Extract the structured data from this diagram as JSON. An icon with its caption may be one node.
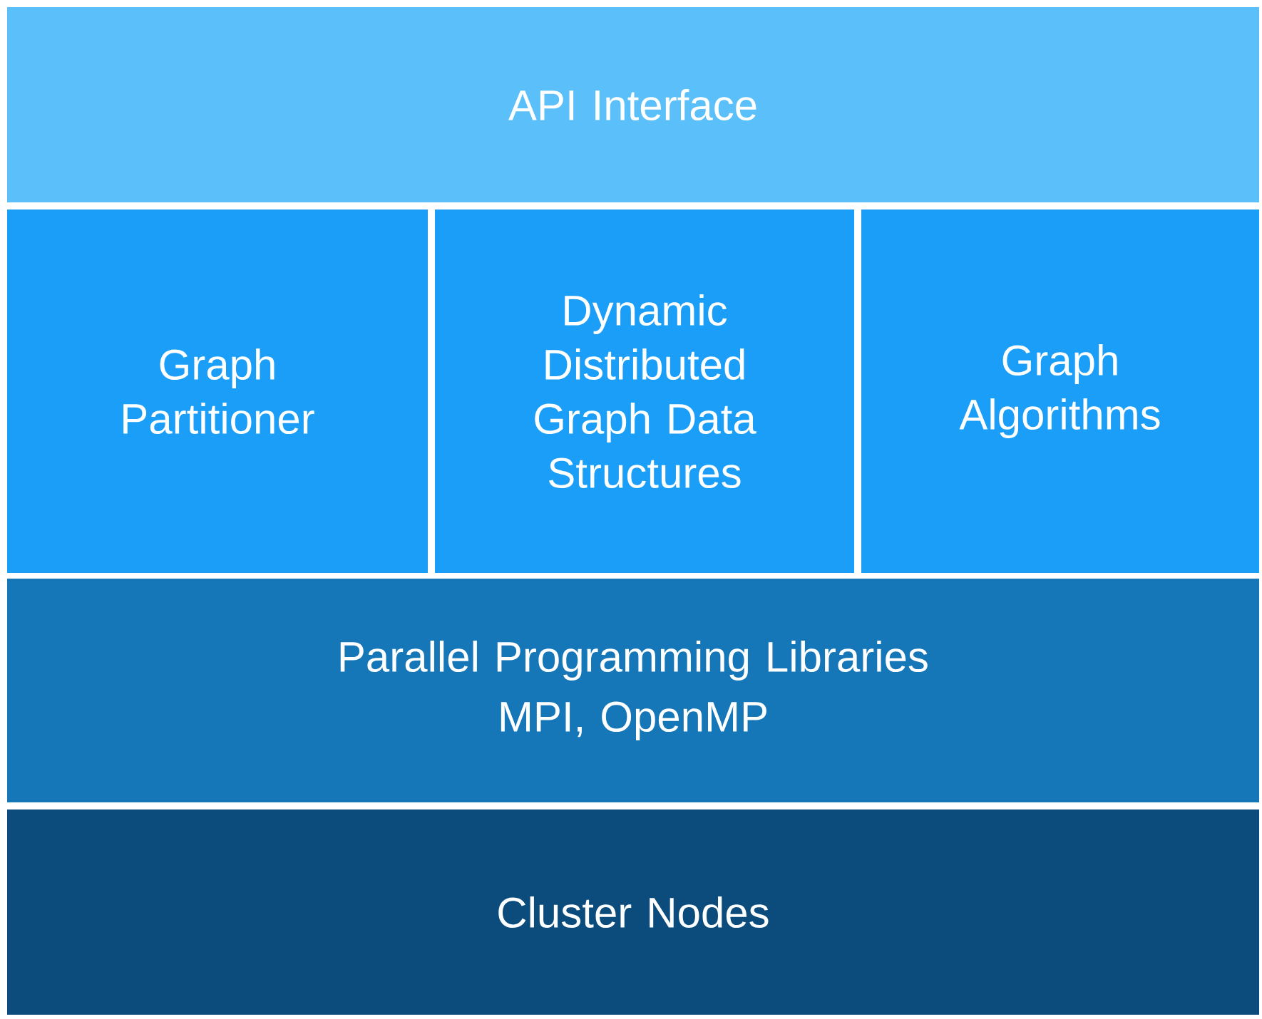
{
  "diagram": {
    "nodes": [
      {
        "text": [
          "API Interface"
        ]
      },
      {
        "text": [
          "Graph Partitioner"
        ]
      },
      {
        "text": [
          "Dynamic Distributed Graph Data Structures"
        ]
      },
      {
        "text": [
          "Graph Algorithms"
        ]
      },
      {
        "text": [
          "Parallel Programming Libraries",
          "MPI, OpenMP"
        ]
      },
      {
        "text": [
          "Cluster Nodes"
        ]
      }
    ]
  }
}
